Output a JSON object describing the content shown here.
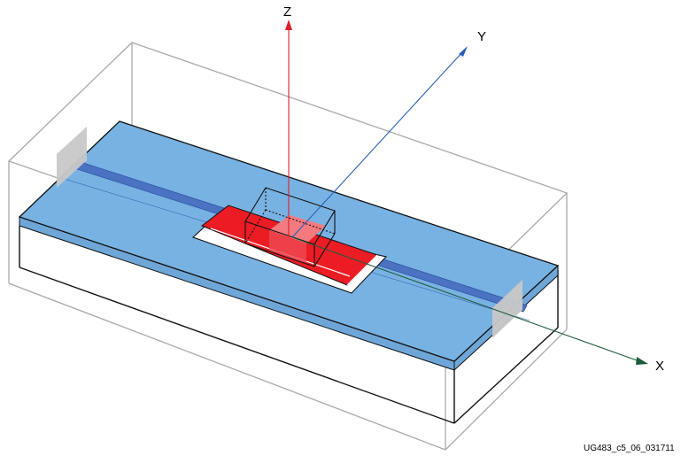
{
  "axes": {
    "z": {
      "label": "Z",
      "color": "#e11d2a"
    },
    "y": {
      "label": "Y",
      "color": "#2a5fb8"
    },
    "x": {
      "label": "X",
      "color": "#1f5a3c"
    }
  },
  "figure_id": "UG483_c5_06_031711",
  "colors": {
    "substrate_top": "#78b2e2",
    "substrate_side": "#6fa6d8",
    "trace": "#4b73c2",
    "trace_edge": "#2f56a8",
    "port": "#c8c8c8",
    "pad_red": "#ec1c24",
    "pad_red_highlight": "#f47a80",
    "outline": "#111111",
    "air_box": "#a9a9a9"
  }
}
